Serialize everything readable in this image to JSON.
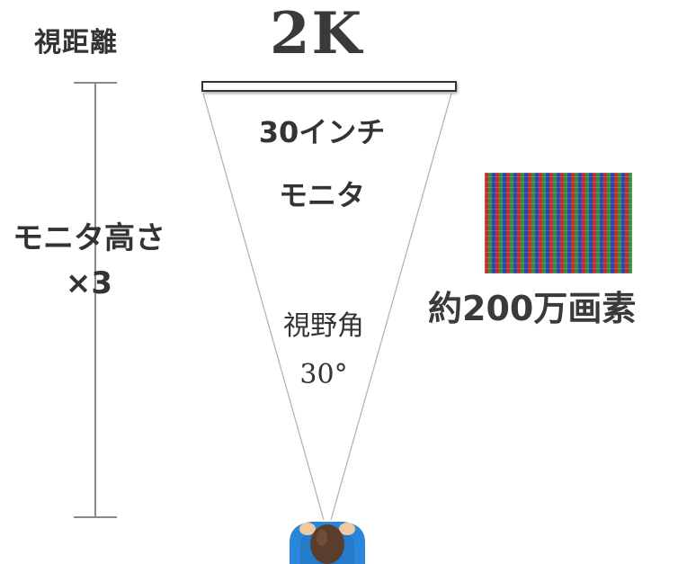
{
  "labels": {
    "viewing_distance": "視距離",
    "resolution": "2K",
    "monitor_size": "30インチ",
    "monitor": "モニタ",
    "monitor_height_line1": "モニタ高さ",
    "monitor_height_line2": "×3",
    "view_angle_line1": "視野角",
    "view_angle_line2": "30°",
    "pixel_count": "約200万画素"
  },
  "icons": {
    "viewer": "person-top-view-icon",
    "pixels": "rgb-subpixel-grid"
  },
  "colors": {
    "text": "#333333",
    "subpixel_red": "#c92b2b",
    "subpixel_green": "#2f8f3a",
    "subpixel_blue": "#2547b8",
    "viewer_shirt": "#2a86d8",
    "viewer_hair": "#5a3e2b"
  }
}
